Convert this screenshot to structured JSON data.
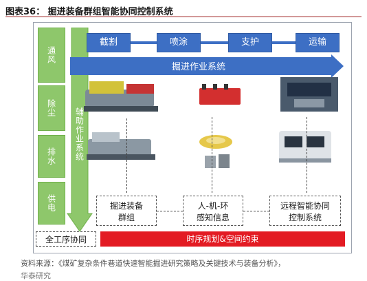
{
  "title": "图表36： 掘进装备群组智能协同控制系统",
  "left_column": [
    "通风",
    "除尘",
    "排水",
    "供电"
  ],
  "auxiliary_system": "辅助作业系统",
  "top_boxes": [
    "截割",
    "喷涂",
    "支护",
    "运输"
  ],
  "main_system": "掘进作业系统",
  "bottom_boxes": [
    {
      "line1": "掘进装备",
      "line2": "群组"
    },
    {
      "line1": "人-机-环",
      "line2": "感知信息"
    },
    {
      "line1": "远程智能协同",
      "line2": "控制系统"
    }
  ],
  "all_process": "全工序协同",
  "timing_bar": "时序规划&空间约束",
  "source_line1": "资料来源：《煤矿复杂条件巷道快速智能掘进研究策略及关键技术与装备分析》，",
  "source_line2": "华泰研究",
  "colors": {
    "green": "#8ec76b",
    "blue": "#3d6fc4",
    "red": "#e31b23"
  }
}
